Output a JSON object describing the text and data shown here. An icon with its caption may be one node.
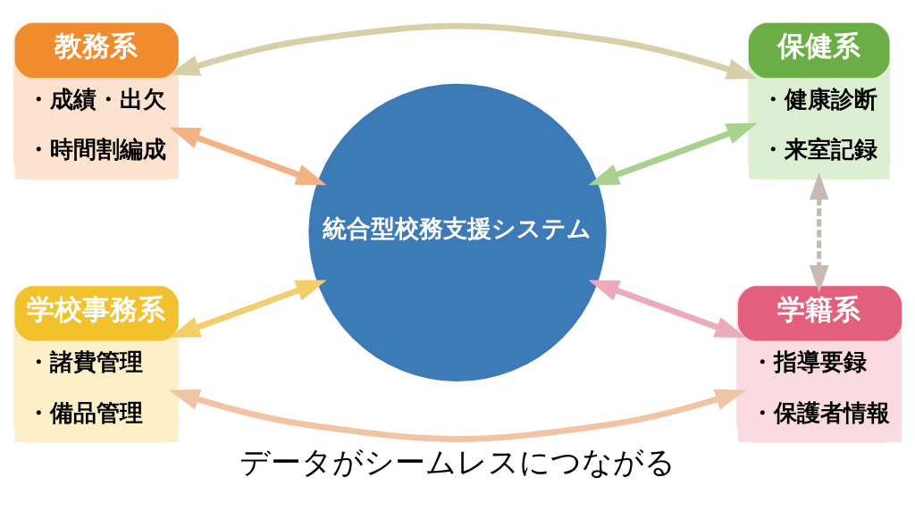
{
  "diagram": {
    "caption": "データがシームレスにつながる",
    "nodes": [
      {
        "text": [
          "教務系",
          "・成績・出欠",
          "・時間割編成"
        ]
      },
      {
        "text": [
          "保健系",
          "・健康診断",
          "・来室記録"
        ]
      },
      {
        "text": [
          "統合型校務支援システム"
        ]
      },
      {
        "text": [
          "学校事務系",
          "・諸費管理",
          "・備品管理"
        ]
      },
      {
        "text": [
          "学籍系",
          "・指導要録",
          "・保護者情報"
        ]
      }
    ],
    "edges": [
      {
        "from": 0,
        "to": 1,
        "arrow": "both",
        "color": "#d6cfa8"
      },
      {
        "from": 0,
        "to": 2,
        "arrow": "both",
        "color": "#f4b183"
      },
      {
        "from": 1,
        "to": 2,
        "arrow": "both",
        "color": "#a9d18e"
      },
      {
        "from": 1,
        "to": 4,
        "arrow": "both",
        "style": "dashed",
        "color": "#c9b9b4"
      },
      {
        "from": 3,
        "to": 2,
        "arrow": "both",
        "color": "#f2cf6a"
      },
      {
        "from": 4,
        "to": 2,
        "arrow": "both",
        "color": "#eeaabd"
      },
      {
        "from": 3,
        "to": 4,
        "arrow": "both",
        "color": "#f0c4a4"
      }
    ]
  }
}
